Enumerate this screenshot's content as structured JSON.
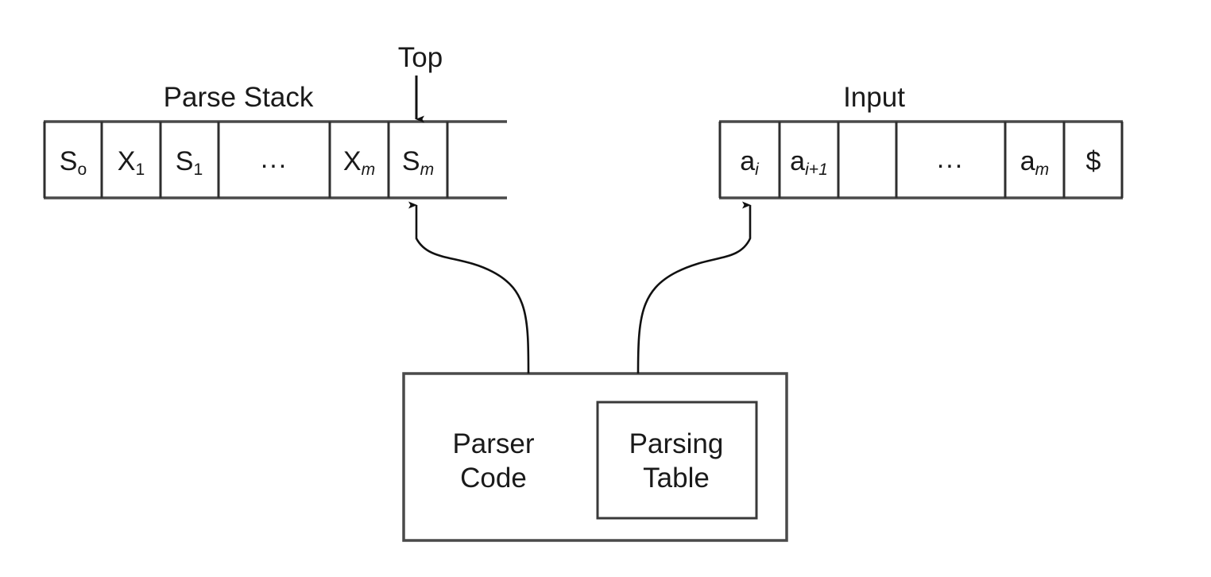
{
  "figure": {
    "kind": "shift-reduce-parser-diagram",
    "background_color": "#ffffff",
    "line_color": "#3a3a3a",
    "text_color": "#1a1a1a"
  },
  "parse_stack": {
    "title": "Parse Stack",
    "pointer_label": "Top",
    "cells": [
      {
        "base": "S",
        "sub": "o",
        "sub_italic": false,
        "text": "So"
      },
      {
        "base": "X",
        "sub": "1",
        "sub_italic": false,
        "text": "X1"
      },
      {
        "base": "S",
        "sub": "1",
        "sub_italic": false,
        "text": "S1"
      },
      {
        "base": "",
        "sub": "",
        "sub_italic": false,
        "text": "..."
      },
      {
        "base": "X",
        "sub": "m",
        "sub_italic": true,
        "text": "Xm"
      },
      {
        "base": "S",
        "sub": "m",
        "sub_italic": true,
        "text": "Sm"
      },
      {
        "base": "",
        "sub": "",
        "sub_italic": false,
        "text": ""
      }
    ]
  },
  "input": {
    "title": "Input",
    "cells": [
      {
        "base": "a",
        "sub": "i",
        "sub_italic": true,
        "text": "ai"
      },
      {
        "base": "a",
        "sub": "i+1",
        "sub_italic": true,
        "text": "ai+1"
      },
      {
        "base": "",
        "sub": "",
        "sub_italic": false,
        "text": ""
      },
      {
        "base": "",
        "sub": "",
        "sub_italic": false,
        "text": "..."
      },
      {
        "base": "a",
        "sub": "m",
        "sub_italic": true,
        "text": "am"
      },
      {
        "base": "$",
        "sub": "",
        "sub_italic": false,
        "text": "$"
      }
    ]
  },
  "parser_box": {
    "label_line1": "Parser",
    "label_line2": "Code",
    "inner_box": {
      "label_line1": "Parsing",
      "label_line2": "Table"
    }
  },
  "connectors": [
    {
      "name": "parser-to-stack-arrow",
      "from": "parser-code-box",
      "to": "stack-top-cell"
    },
    {
      "name": "parser-to-input-arrow",
      "from": "parser-code-box",
      "to": "input-current-cell"
    }
  ]
}
